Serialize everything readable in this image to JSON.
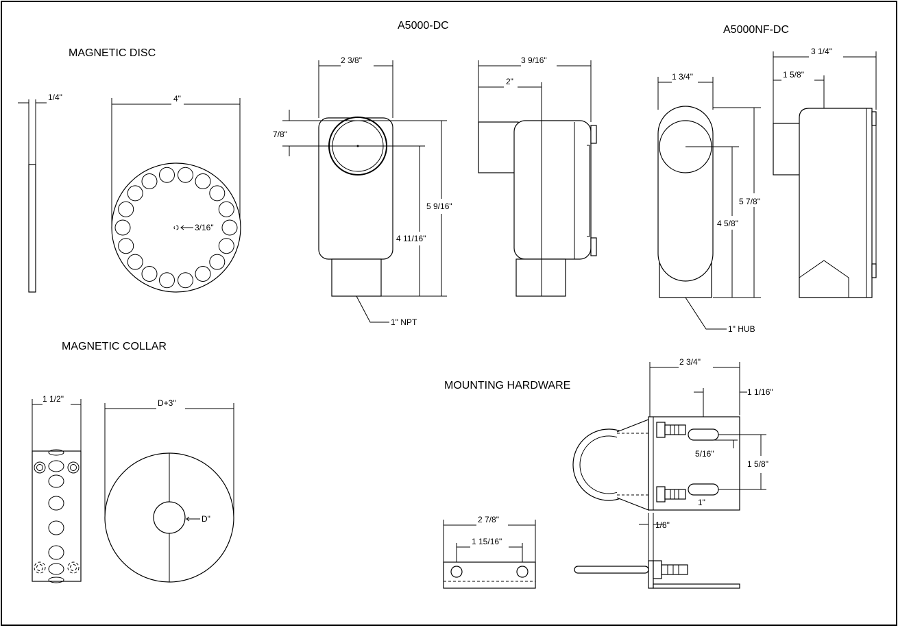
{
  "titles": {
    "magnetic_disc": "MAGNETIC DISC",
    "a5000_dc": "A5000-DC",
    "a5000nf_dc": "A5000NF-DC",
    "magnetic_collar": "MAGNETIC COLLAR",
    "mounting_hardware": "MOUNTING HARDWARE"
  },
  "dims": {
    "disc_thickness": "1/4\"",
    "disc_diameter": "4\"",
    "disc_hole": "3/16\"",
    "dc_width": "2 3/8\"",
    "dc_offset": "7/8\"",
    "dc_height": "5 9/16\"",
    "dc_body": "4 11/16\"",
    "dc_thread": "1\" NPT",
    "dc_side_depth": "3 9/16\"",
    "dc_side_offset": "2\"",
    "nf_width": "1 3/4\"",
    "nf_height": "5 7/8\"",
    "nf_body": "4 5/8\"",
    "nf_hub": "1\" HUB",
    "nf_side_depth": "3 1/4\"",
    "nf_side_offset": "1 5/8\"",
    "collar_width": "1 1/2\"",
    "collar_diameter": "D+3\"",
    "collar_bore": "D\"",
    "mh_width": "2 3/4\"",
    "mh_edge": "1 1/16\"",
    "mh_slot": "5/16\"",
    "mh_spacing": "1 5/8\"",
    "mh_slot_len": "1\"",
    "mh_plate": "1/8\"",
    "bar_length": "2 7/8\"",
    "bar_holes": "1 15/16\""
  }
}
